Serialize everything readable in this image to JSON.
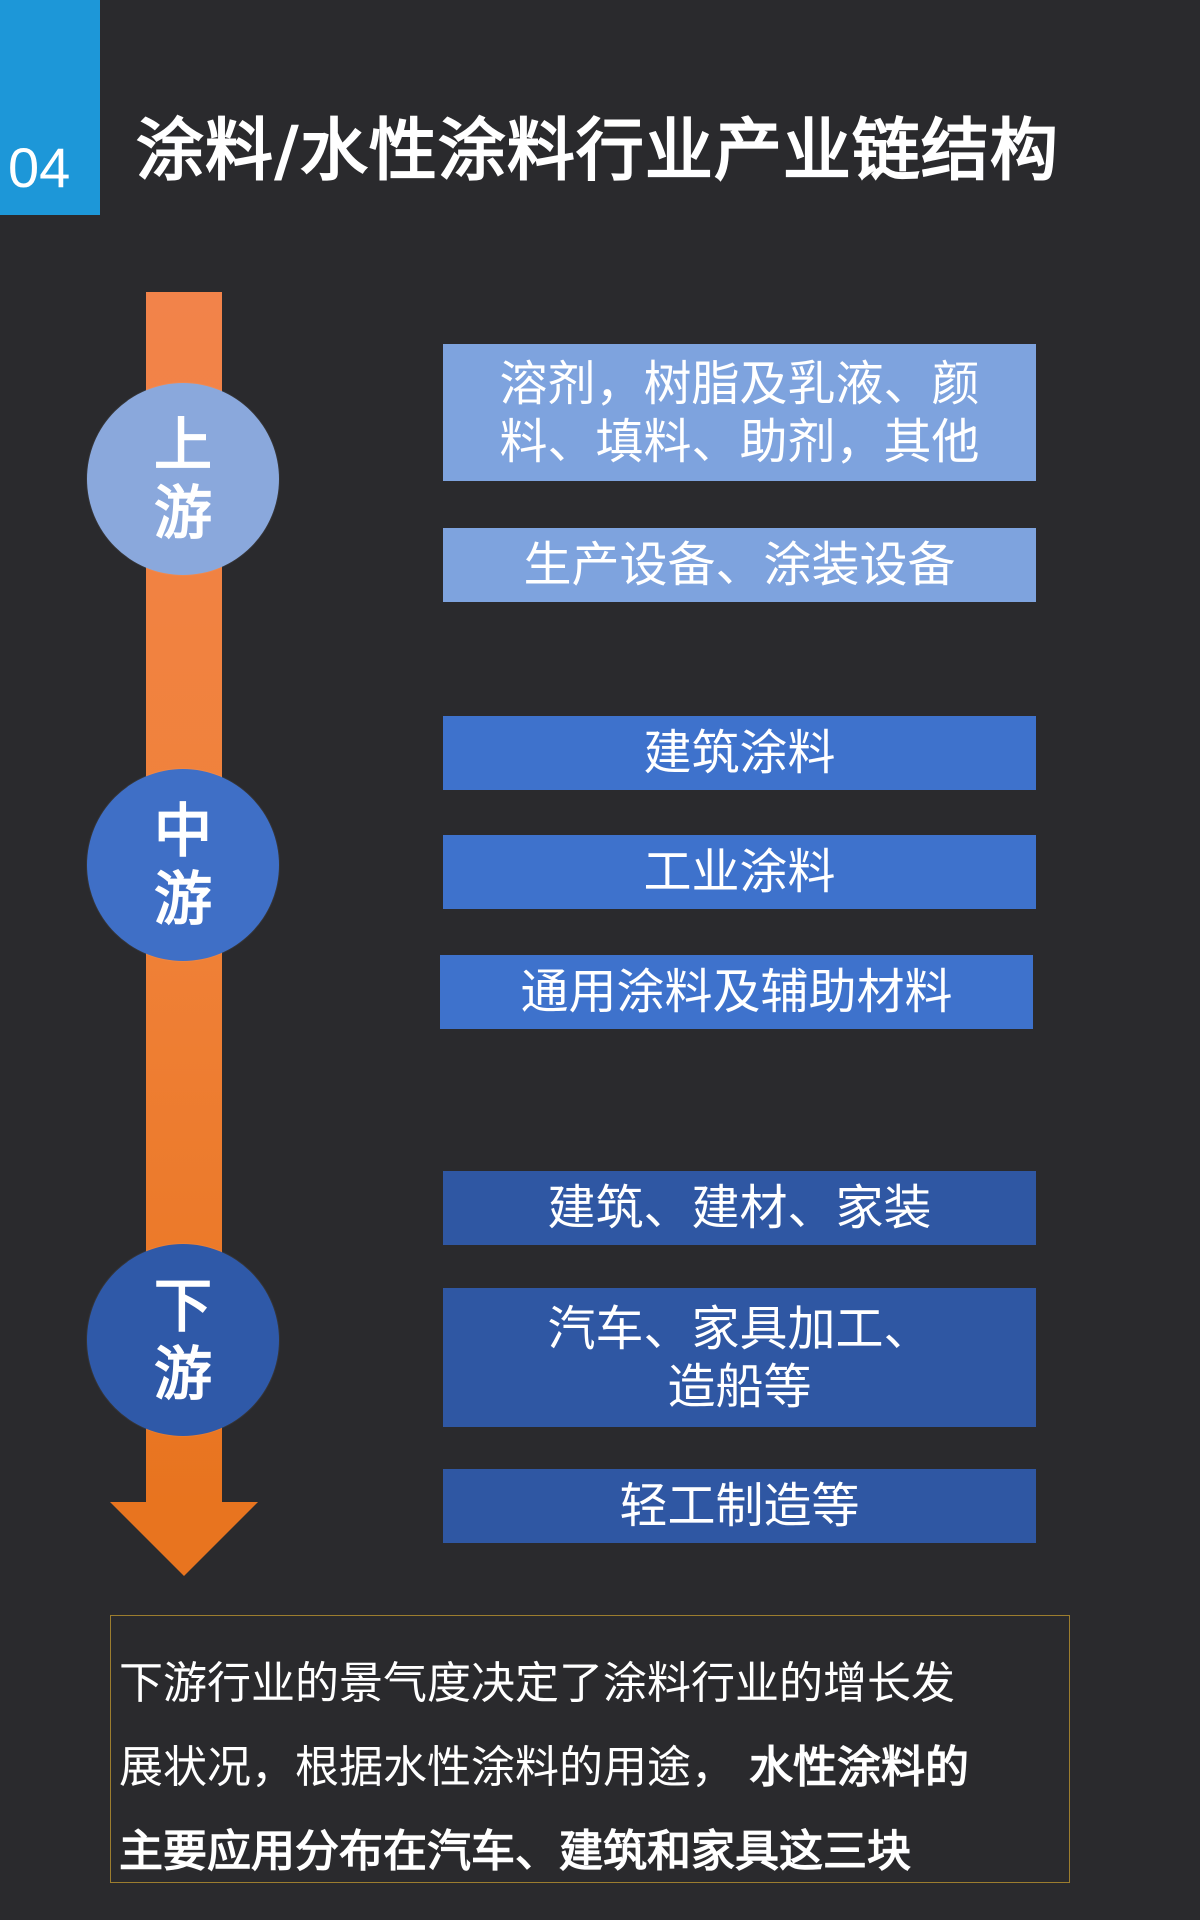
{
  "badge": "04",
  "title": "涂料/水性涂料行业产业链结构",
  "colors": {
    "background": "#2a2a2d",
    "badge": "#1d97d8",
    "arrow": "#f08139",
    "upstream": "#8aa8dc",
    "midstream": "#3f6fc6",
    "downstream": "#2f59a8",
    "summary_border": "#9c7d2e"
  },
  "stages": {
    "up": {
      "line1": "上",
      "line2": "游"
    },
    "mid": {
      "line1": "中",
      "line2": "游"
    },
    "down": {
      "line1": "下",
      "line2": "游"
    }
  },
  "boxes": {
    "up_1_line1": "溶剂，树脂及乳液、颜",
    "up_1_line2": "料、填料、助剂，其他",
    "up_2": "生产设备、涂装设备",
    "mid_1": "建筑涂料",
    "mid_2": "工业涂料",
    "mid_3": "通用涂料及辅助材料",
    "down_1": "建筑、建材、家装",
    "down_2_line1": "汽车、家具加工、",
    "down_2_line2": "造船等",
    "down_3": "轻工制造等"
  },
  "summary": {
    "line1": "下游行业的景气度决定了涂料行业的增长发",
    "line2_normal": "展状况，根据水性涂料的用途， ",
    "line2_bold": "水性涂料的",
    "line3_bold": "主要应用分布在汽车、建筑和家具这三块"
  }
}
